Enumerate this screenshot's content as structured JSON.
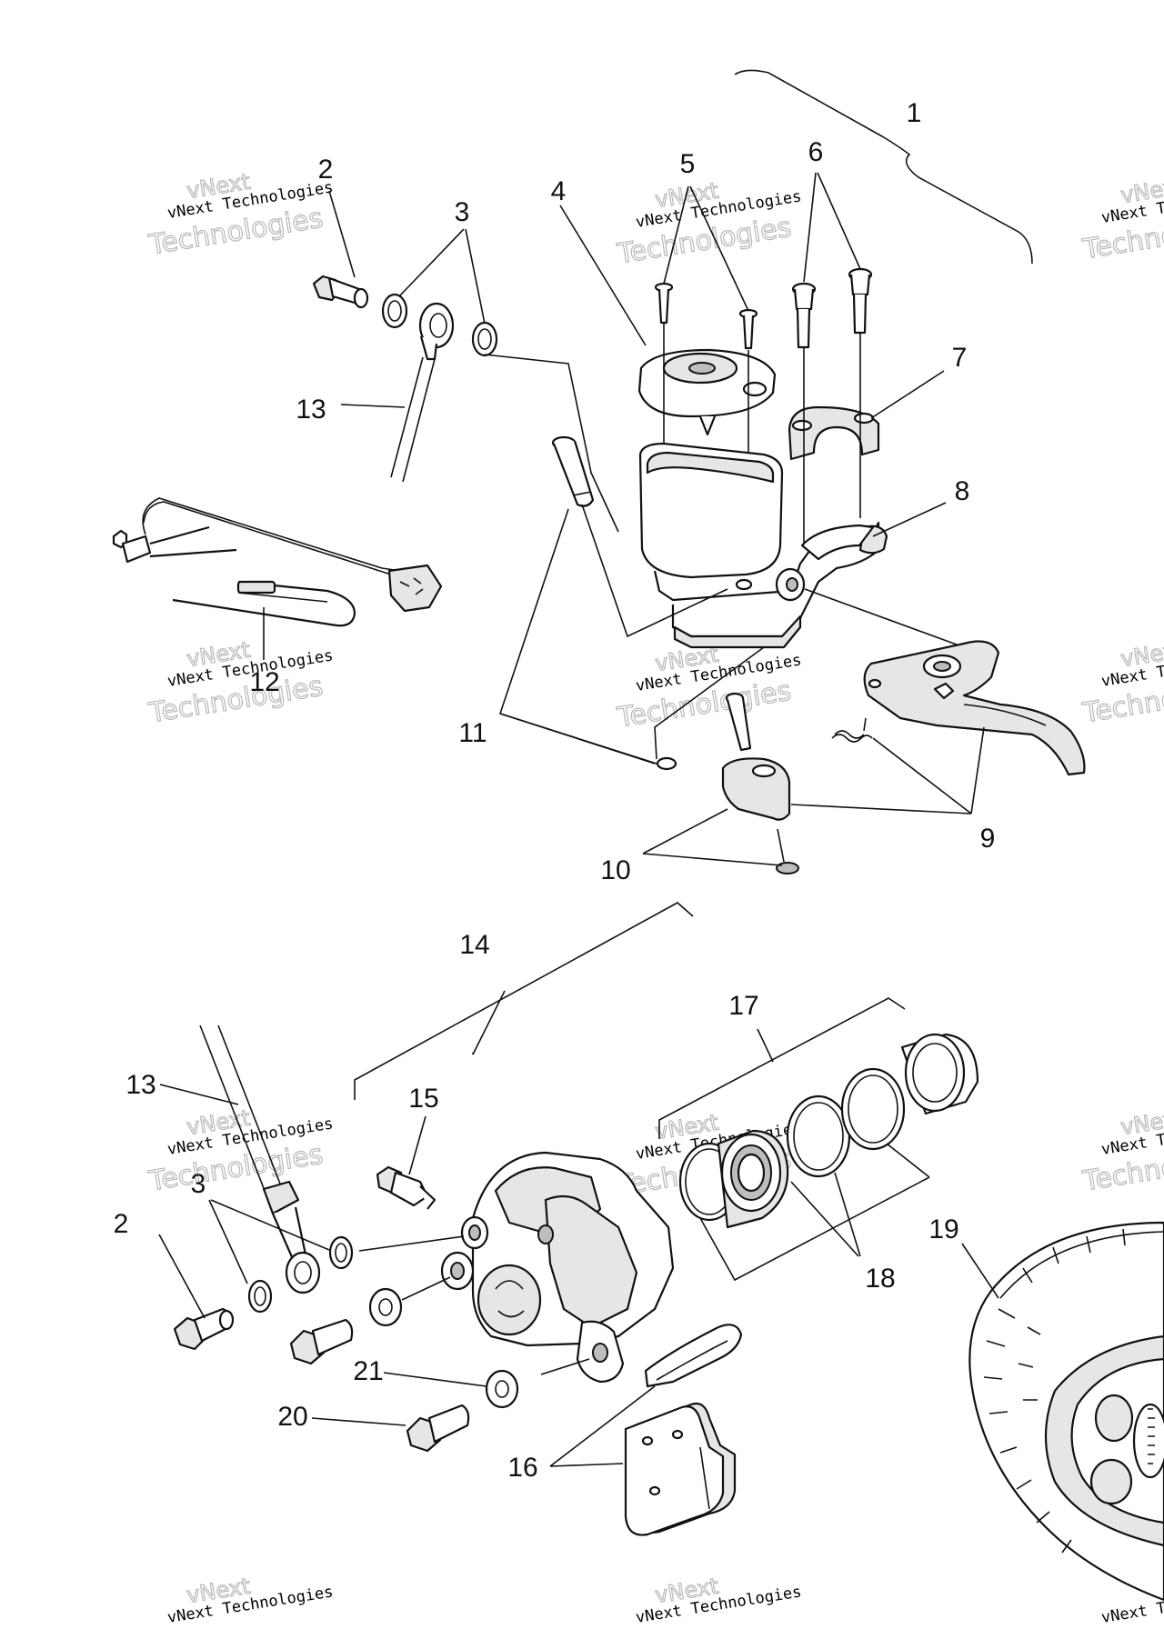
{
  "watermark": {
    "line0": "vNext",
    "line1": "vNext Technologies",
    "line2": "Technologies"
  },
  "callouts": {
    "c1": "1",
    "c2": "2",
    "c2b": "2",
    "c3": "3",
    "c3b": "3",
    "c4": "4",
    "c5": "5",
    "c6": "6",
    "c7": "7",
    "c8": "8",
    "c9": "9",
    "c10": "10",
    "c11": "11",
    "c12": "12",
    "c13": "13",
    "c13b": "13",
    "c14": "14",
    "c15": "15",
    "c16": "16",
    "c17": "17",
    "c18": "18",
    "c19": "19",
    "c20": "20",
    "c21": "21"
  },
  "colors": {
    "line": "#111111",
    "watermark": "#b9b9b9",
    "fill_light": "#e6e6e6"
  }
}
